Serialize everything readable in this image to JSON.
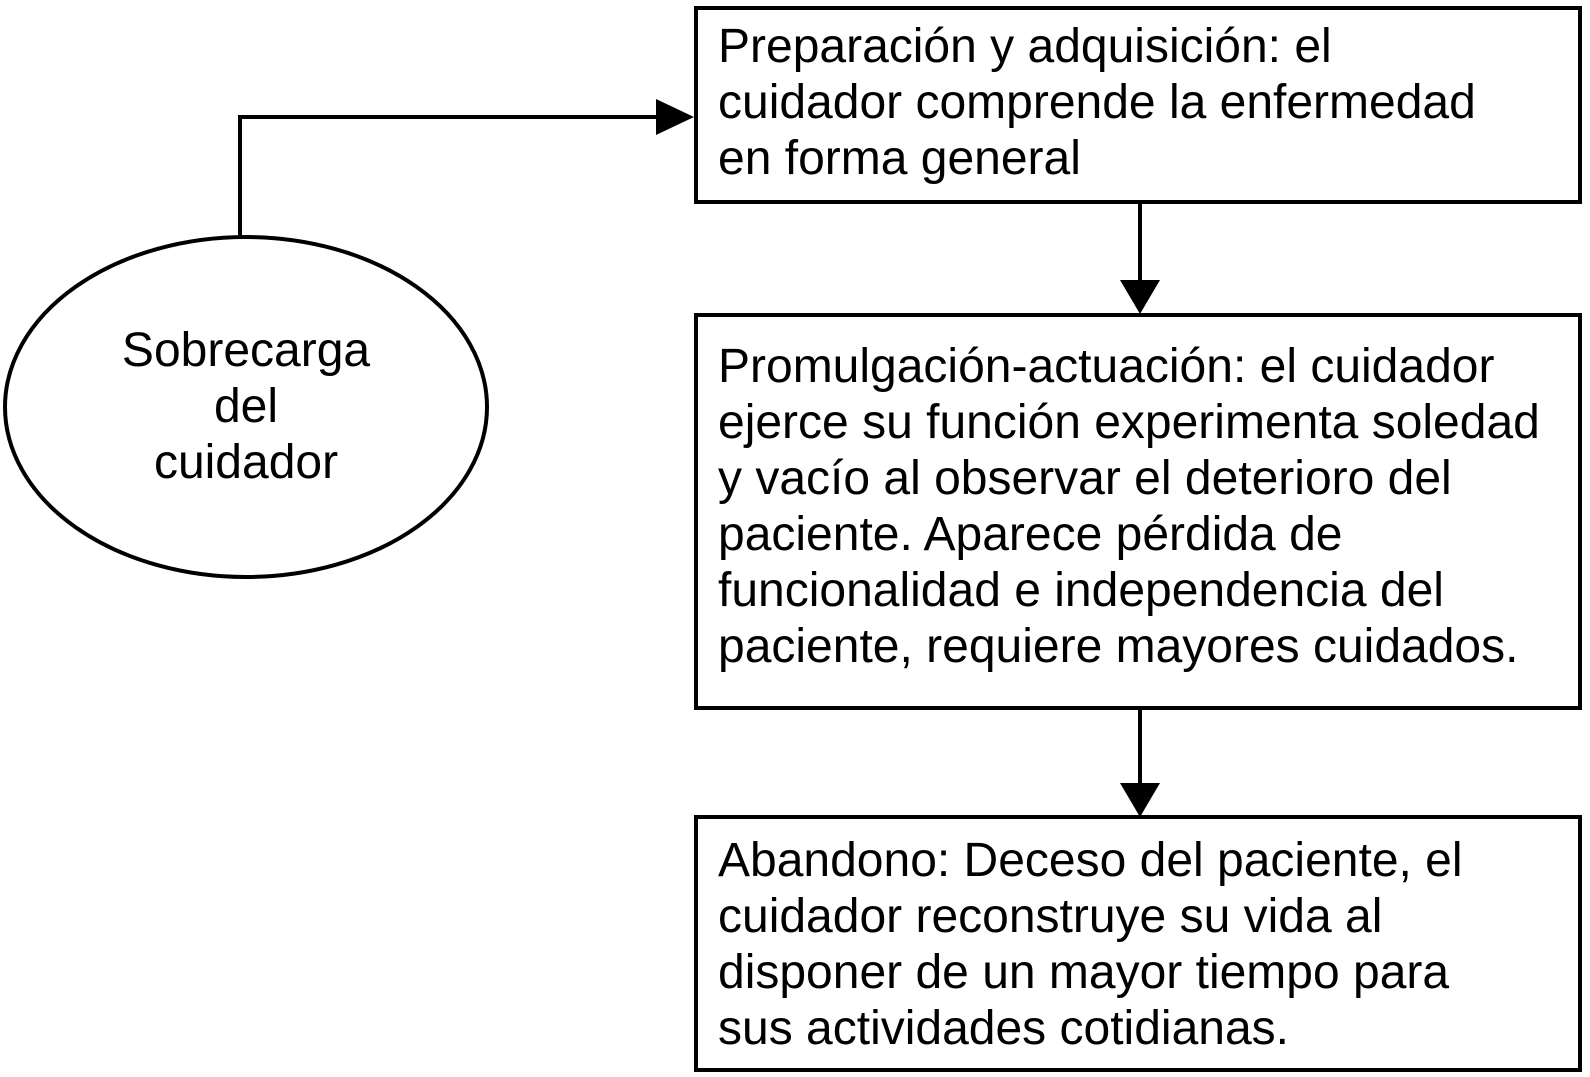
{
  "diagram": {
    "title_hint": "Etapas de la sobrecarga del cuidador",
    "colors": {
      "ink": "#000000",
      "background": "#ffffff"
    },
    "ellipse": {
      "label": "Sobrecarga\ndel\ncuidador"
    },
    "boxes": [
      {
        "id": "preparacion",
        "text": "Preparación y adquisición: el\ncuidador comprende la enfermedad\nen forma general"
      },
      {
        "id": "promulgacion",
        "text": "Promulgación-actuación: el cuidador\nejerce su función experimenta soledad\ny vacío al observar el deterioro del\npaciente. Aparece pérdida de\nfuncionalidad e independencia del\npaciente, requiere mayores cuidados."
      },
      {
        "id": "abandono",
        "text": "Abandono: Deceso del paciente, el\ncuidador reconstruye su vida al\ndisponer de un mayor tiempo para\nsus actividades cotidianas."
      }
    ]
  }
}
